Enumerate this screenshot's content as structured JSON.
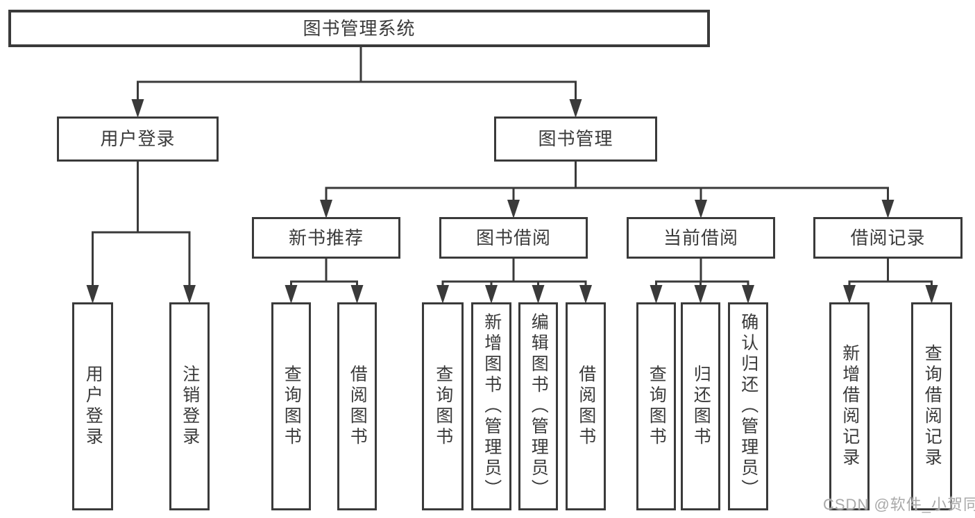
{
  "diagram_title": "图书管理系统",
  "watermark": "CSDN @软件_小贺同学",
  "colors": {
    "line": "#3a3a3a",
    "box_border": "#3a3a3a",
    "box_fill": "#ffffff",
    "text": "#3a3a3a",
    "watermark": "#a9a9a9",
    "background": "#ffffff"
  },
  "tree": {
    "id": "root",
    "label": "图书管理系统",
    "children": [
      {
        "id": "user-login",
        "label": "用户登录",
        "children": [
          {
            "id": "leaf-user-login",
            "label": "用户登录"
          },
          {
            "id": "leaf-logout",
            "label": "注销登录"
          }
        ]
      },
      {
        "id": "book-mgmt",
        "label": "图书管理",
        "children": [
          {
            "id": "new-book-rec",
            "label": "新书推荐",
            "children": [
              {
                "id": "nb-query",
                "label": "查询图书"
              },
              {
                "id": "nb-borrow",
                "label": "借阅图书"
              }
            ]
          },
          {
            "id": "book-borrow",
            "label": "图书借阅",
            "children": [
              {
                "id": "bb-query",
                "label": "查询图书"
              },
              {
                "id": "bb-add",
                "label": "新增图书（管理员）"
              },
              {
                "id": "bb-edit",
                "label": "编辑图书（管理员）"
              },
              {
                "id": "bb-borrow",
                "label": "借阅图书"
              }
            ]
          },
          {
            "id": "current-borrow",
            "label": "当前借阅",
            "children": [
              {
                "id": "cb-query",
                "label": "查询图书"
              },
              {
                "id": "cb-return",
                "label": "归还图书"
              },
              {
                "id": "cb-confirm",
                "label": "确认归还（管理员）"
              }
            ]
          },
          {
            "id": "borrow-records",
            "label": "借阅记录",
            "children": [
              {
                "id": "br-add",
                "label": "新增借阅记录"
              },
              {
                "id": "br-query",
                "label": "查询借阅记录"
              }
            ]
          }
        ]
      }
    ]
  }
}
